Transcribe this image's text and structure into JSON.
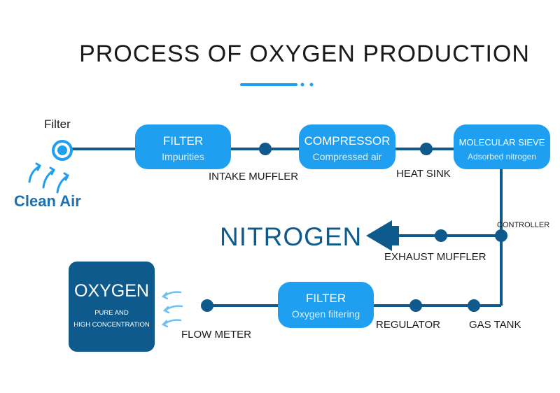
{
  "title": "PROCESS OF OXYGEN PRODUCTION",
  "intake": {
    "label": "Filter",
    "source": "Clean Air"
  },
  "boxes": [
    {
      "title": "FILTER",
      "subtitle": "Impurities"
    },
    {
      "title": "COMPRESSOR",
      "subtitle": "Compressed air"
    },
    {
      "title": "MOLECULAR SIEVE",
      "subtitle": "Adsorbed nitrogen"
    },
    {
      "title": "FILTER",
      "subtitle": "Oxygen filtering"
    }
  ],
  "components": {
    "intake_muffler": "INTAKE MUFFLER",
    "heat_sink": "HEAT SINK",
    "controller": "CONTROLLER",
    "exhaust_muffler": "EXHAUST MUFFLER",
    "gas_tank": "GAS TANK",
    "regulator": "REGULATOR",
    "flow_meter": "FLOW METER"
  },
  "outputs": {
    "nitrogen": "NITROGEN",
    "oxygen": {
      "title": "OXYGEN",
      "line1": "PURE AND",
      "line2": "HIGH CONCENTRATION"
    }
  },
  "colors": {
    "accent": "#1e9ff0",
    "dark": "#0e5a8c"
  }
}
